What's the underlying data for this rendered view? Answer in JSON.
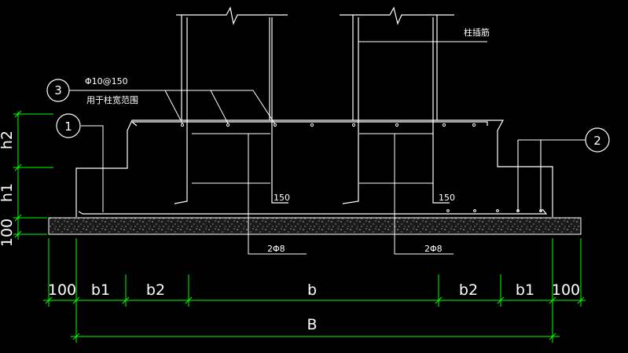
{
  "labels": {
    "rebar_spec": "Φ10@150",
    "note_column_width": "用于柱宽范围",
    "column_dowel": "柱插筋",
    "hook_left": "150",
    "hook_right": "150",
    "stirrup_left": "2Φ8",
    "stirrup_right": "2Φ8"
  },
  "markers": {
    "m1": "1",
    "m2": "2",
    "m3": "3"
  },
  "vertical_dims": {
    "h2": "h2",
    "h1": "h1",
    "pad": "100"
  },
  "horizontal_dims": {
    "left_100": "100",
    "b1_left": "b1",
    "b2_left": "b2",
    "b": "b",
    "b2_right": "b2",
    "b1_right": "b1",
    "right_100": "100",
    "total": "B"
  },
  "colors": {
    "background": "#000000",
    "lines": "#ffffff",
    "dimensions": "#00ff00"
  }
}
